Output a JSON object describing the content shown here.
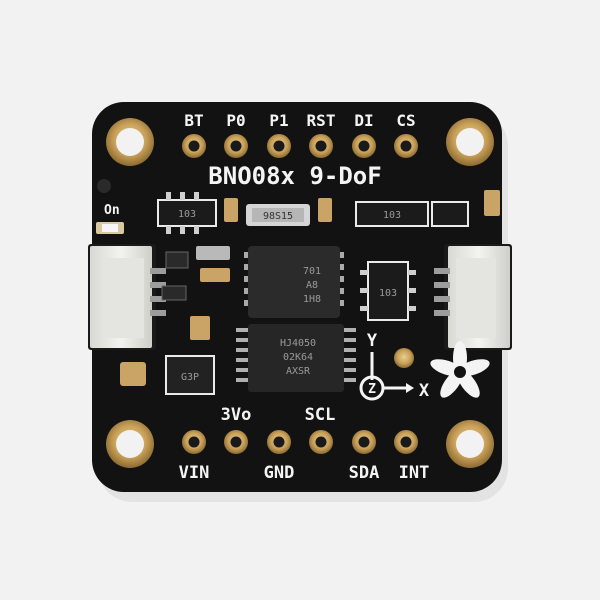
{
  "board": {
    "title": "BNO08x 9-DoF",
    "top_pins": [
      "BT",
      "P0",
      "P1",
      "RST",
      "DI",
      "CS"
    ],
    "bottom_row_upper_labels": [
      "3Vo",
      "SCL"
    ],
    "bottom_row_lower_labels": [
      "VIN",
      "GND",
      "SDA",
      "INT"
    ],
    "on_label": "On",
    "axis_y": "Y",
    "axis_x": "X",
    "axis_z": "Z",
    "chip_upper_lines": [
      "701",
      "A8",
      "1H8"
    ],
    "chip_lower_lines": [
      "HJ4050",
      "02K64",
      "AXSR"
    ],
    "crystal_marking": "98S15",
    "small_ic_marking": "G3P",
    "res_marking_left": "103",
    "res_marking_right": "103",
    "res_marking_mid": "103",
    "colors": {
      "pcb": "#111111",
      "silkscreen": "#f4f4f4",
      "gold": "#c9a15a",
      "background": "#f2f2f2"
    }
  }
}
